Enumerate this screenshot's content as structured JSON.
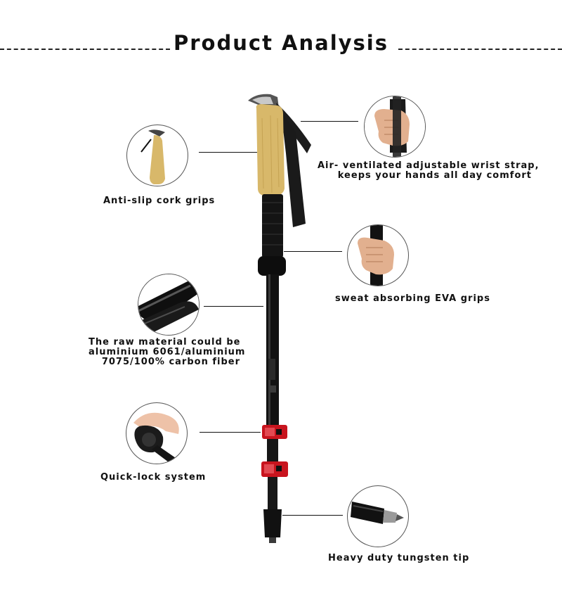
{
  "page": {
    "title": "Product Analysis"
  },
  "features": {
    "cork": {
      "label": "Anti-slip cork grips",
      "icon": "cork-grip-closeup"
    },
    "strap": {
      "label_line1": "Air- ventilated adjustable wrist strap,",
      "label_line2": "keeps your hands all day comfort",
      "icon": "wrist-strap-closeup"
    },
    "eva": {
      "label": "sweat absorbing EVA grips",
      "icon": "eva-grip-closeup"
    },
    "material": {
      "label_line1": "The raw material could be",
      "label_line2": "aluminium 6061/aluminium",
      "label_line3": "7075/100% carbon fiber",
      "icon": "tube-closeup"
    },
    "quicklock": {
      "label": "Quick-lock system",
      "icon": "quick-lock-closeup"
    },
    "tip": {
      "label": "Heavy duty tungsten tip",
      "icon": "tungsten-tip-closeup"
    }
  },
  "colors": {
    "cork": "#d8b86a",
    "lock_red": "#c8141e",
    "pole_black": "#111111"
  }
}
